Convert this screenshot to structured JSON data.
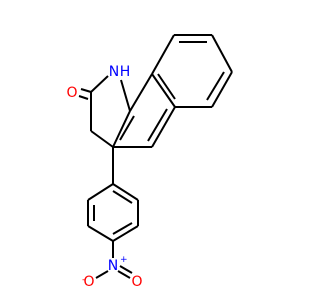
{
  "colors": {
    "bond": "#000000",
    "oxygen": "#ff0000",
    "nitrogen": "#0000ff",
    "background": "#ffffff"
  },
  "atoms": {
    "carbonyl_oxygen": {
      "symbol": "O"
    },
    "ring_nitrogen": {
      "symbol": "N",
      "hydrogen": "H"
    },
    "nitro_nitrogen": {
      "symbol": "N",
      "charge": "+"
    },
    "nitro_oxygen_left": {
      "symbol": "O",
      "charge": "-"
    },
    "nitro_oxygen_right": {
      "symbol": "O"
    }
  }
}
